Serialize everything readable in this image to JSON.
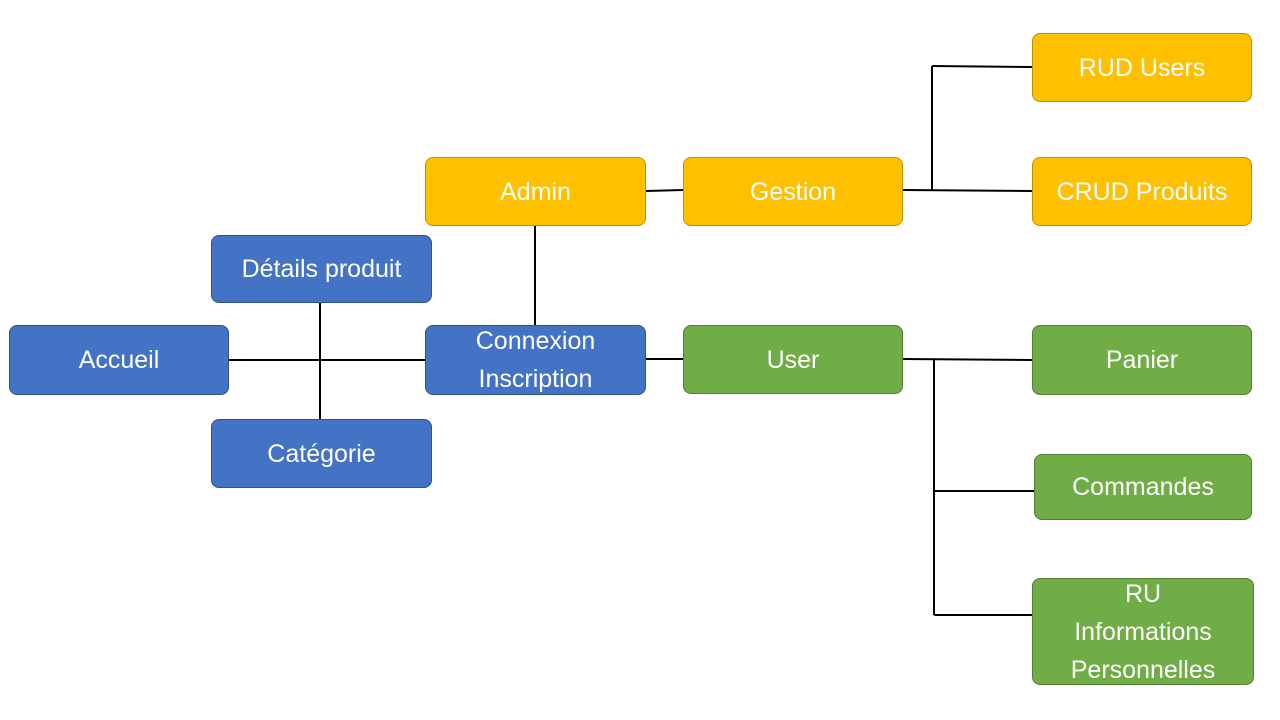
{
  "colors": {
    "blue": "#4472c4",
    "yellow": "#ffc000",
    "green": "#70ad47",
    "connector": "#000000"
  },
  "nodes": {
    "accueil": "Accueil",
    "details_produit": "Détails produit",
    "categorie": "Catégorie",
    "connexion_inscription": "Connexion\nInscription",
    "admin": "Admin",
    "gestion": "Gestion",
    "rud_users": "RUD Users",
    "crud_produits": "CRUD Produits",
    "user": "User",
    "panier": "Panier",
    "commandes": "Commandes",
    "ru_informations_personnelles": "RU\nInformations\nPersonnelles"
  },
  "edges": [
    [
      "accueil",
      "connexion_inscription"
    ],
    [
      "accueil",
      "details_produit"
    ],
    [
      "accueil",
      "categorie"
    ],
    [
      "connexion_inscription",
      "admin"
    ],
    [
      "connexion_inscription",
      "user"
    ],
    [
      "admin",
      "gestion"
    ],
    [
      "gestion",
      "rud_users"
    ],
    [
      "gestion",
      "crud_produits"
    ],
    [
      "user",
      "panier"
    ],
    [
      "user",
      "commandes"
    ],
    [
      "user",
      "ru_informations_personnelles"
    ]
  ]
}
